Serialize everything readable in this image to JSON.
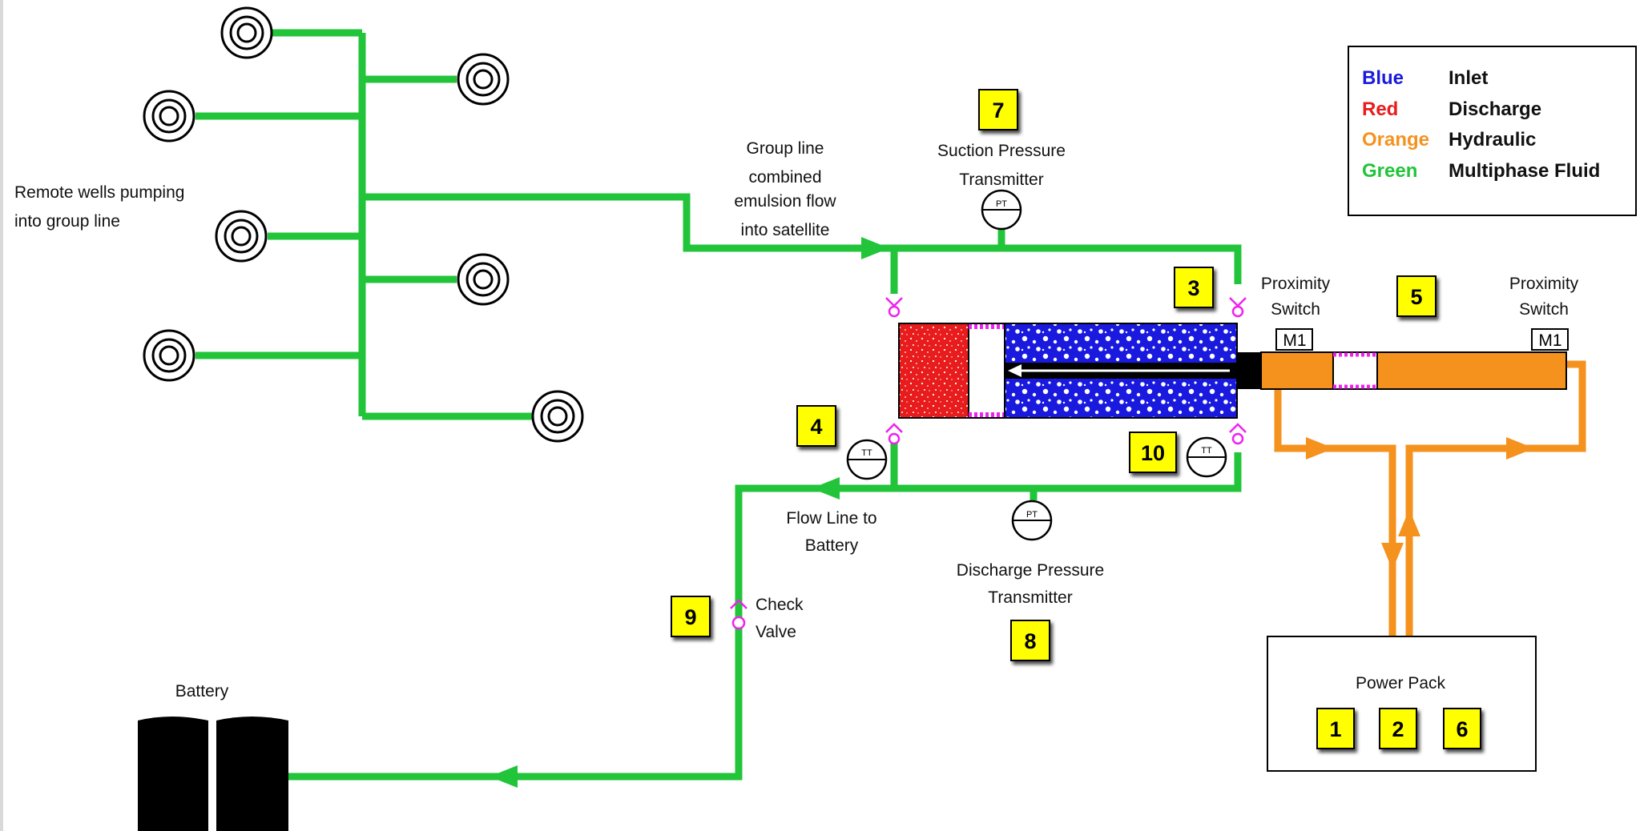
{
  "legend": {
    "entries": [
      {
        "color_word": "Blue",
        "meaning": "Inlet",
        "hex": "#1a1adf"
      },
      {
        "color_word": "Red",
        "meaning": "Discharge",
        "hex": "#e81c1c"
      },
      {
        "color_word": "Orange",
        "meaning": "Hydraulic",
        "hex": "#f5921e"
      },
      {
        "color_word": "Green",
        "meaning": "Multiphase Fluid",
        "hex": "#22c43a"
      }
    ]
  },
  "labels": {
    "remote_wells": [
      "Remote wells pumping",
      "into group line"
    ],
    "group_line": [
      "Group line",
      "combined",
      "emulsion flow",
      "into satellite"
    ],
    "suction_pt": [
      "Suction Pressure",
      "Transmitter"
    ],
    "prox_left": [
      "Proximity",
      "Switch"
    ],
    "prox_right": [
      "Proximity",
      "Switch"
    ],
    "flow_line": [
      "Flow Line to",
      "Battery"
    ],
    "discharge_pt": [
      "Discharge Pressure",
      "Transmitter"
    ],
    "check_valve": [
      "Check",
      "Valve"
    ],
    "battery": "Battery",
    "power_pack": "Power Pack"
  },
  "badges": {
    "b7": "7",
    "b3": "3",
    "b5": "5",
    "b4": "4",
    "b10": "10",
    "b8": "8",
    "b9": "9",
    "b1": "1",
    "b2": "2",
    "b6": "6"
  },
  "instruments": {
    "pt": "PT",
    "tt": "TT"
  },
  "switch_tag": "M1",
  "colors": {
    "green": "#22c43a",
    "orange": "#f5921e",
    "blue": "#1a1adf",
    "red": "#e81c1c",
    "magenta": "#ee22ee",
    "badge": "#ffff00"
  }
}
